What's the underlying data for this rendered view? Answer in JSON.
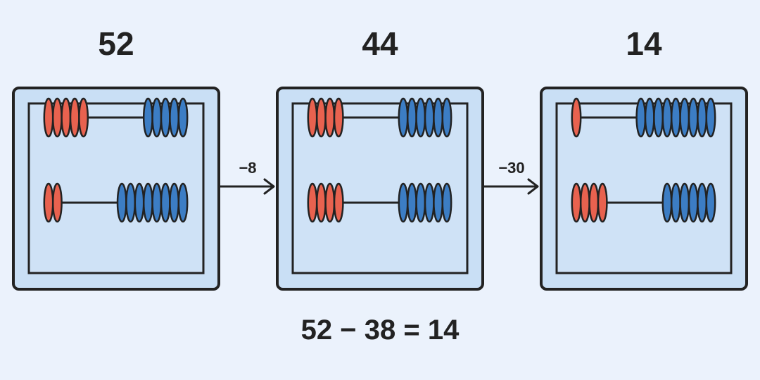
{
  "panels": [
    {
      "number": "52",
      "rows": [
        {
          "red": 5,
          "blue": 5
        },
        {
          "red": 2,
          "blue": 8
        }
      ]
    },
    {
      "number": "44",
      "rows": [
        {
          "red": 4,
          "blue": 6
        },
        {
          "red": 4,
          "blue": 6
        }
      ]
    },
    {
      "number": "14",
      "rows": [
        {
          "red": 1,
          "blue": 9
        },
        {
          "red": 4,
          "blue": 6
        }
      ]
    }
  ],
  "steps": [
    "−8",
    "−30"
  ],
  "equation": "52 − 38 = 14",
  "colors": {
    "background": "#EBF2FC",
    "panel": "#C9DFF5",
    "inner": "#CFE2F6",
    "red_bead": "#E8624F",
    "blue_bead": "#3C7DC4",
    "stroke": "#222222"
  }
}
